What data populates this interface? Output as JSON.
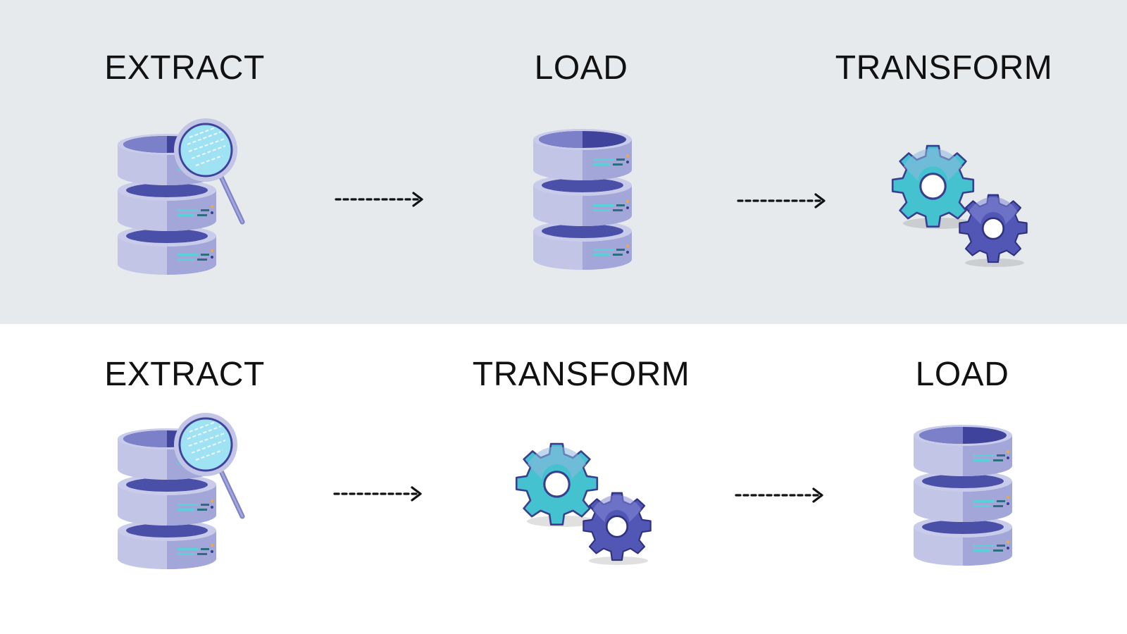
{
  "rows": [
    {
      "stages": [
        {
          "label": "EXTRACT",
          "icon": "database-search-icon"
        },
        {
          "label": "LOAD",
          "icon": "database-icon"
        },
        {
          "label": "TRANSFORM",
          "icon": "gears-icon"
        }
      ]
    },
    {
      "stages": [
        {
          "label": "EXTRACT",
          "icon": "database-search-icon"
        },
        {
          "label": "TRANSFORM",
          "icon": "gears-icon"
        },
        {
          "label": "LOAD",
          "icon": "database-icon"
        }
      ]
    }
  ],
  "colors": {
    "top_band": "#e7eaed",
    "bottom_band": "#ffffff",
    "db_light": "#c2c5e6",
    "db_dark": "#a2a6d8",
    "db_top": "#7c80c8",
    "db_hole": "#4a4fa8",
    "gear_teal": "#45c2cf",
    "gear_indigo": "#5257b5",
    "lens": "#9fe2f3",
    "text": "#111111"
  }
}
